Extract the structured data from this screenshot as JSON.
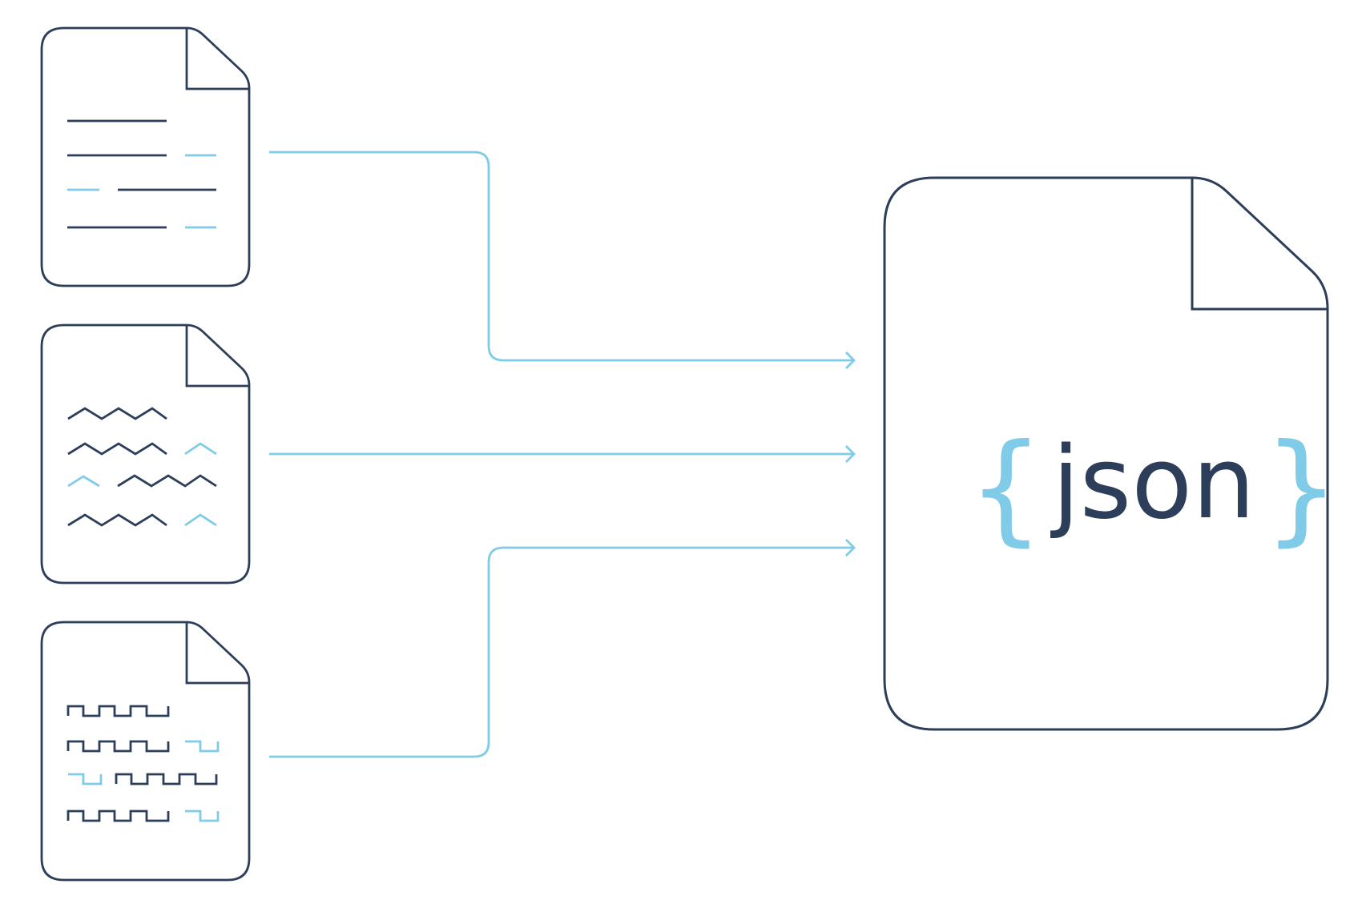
{
  "colors": {
    "dark": "#2d3e5a",
    "accent": "#7fcbe8",
    "background": "#ffffff"
  },
  "sources": [
    {
      "name": "text-document",
      "pattern": "lines"
    },
    {
      "name": "wave-document",
      "pattern": "zigzag"
    },
    {
      "name": "signal-document",
      "pattern": "square-wave"
    }
  ],
  "target": {
    "name": "json-document",
    "open_brace": "{",
    "label": "json",
    "close_brace": "}"
  }
}
